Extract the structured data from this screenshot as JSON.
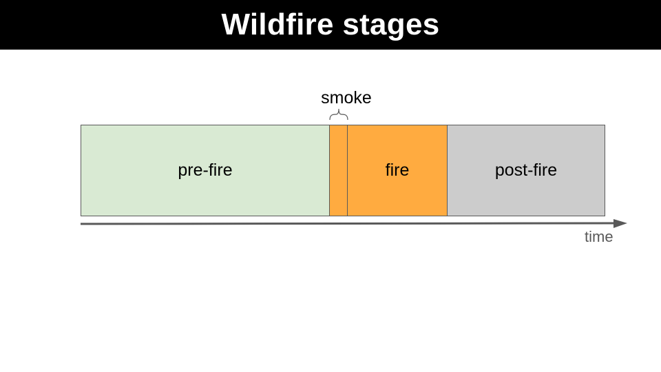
{
  "header": {
    "title": "Wildfire stages"
  },
  "diagram": {
    "stages": [
      {
        "id": "pre-fire",
        "label": "pre-fire",
        "color": "#d9ead3"
      },
      {
        "id": "smoke",
        "label": "",
        "color": "#ffab40"
      },
      {
        "id": "fire",
        "label": "fire",
        "color": "#ffab40"
      },
      {
        "id": "post-fire",
        "label": "post-fire",
        "color": "#cccccc"
      }
    ],
    "smoke_annotation": "smoke",
    "axis_label": "time",
    "colors": {
      "border": "#595959",
      "axis": "#595959"
    }
  }
}
